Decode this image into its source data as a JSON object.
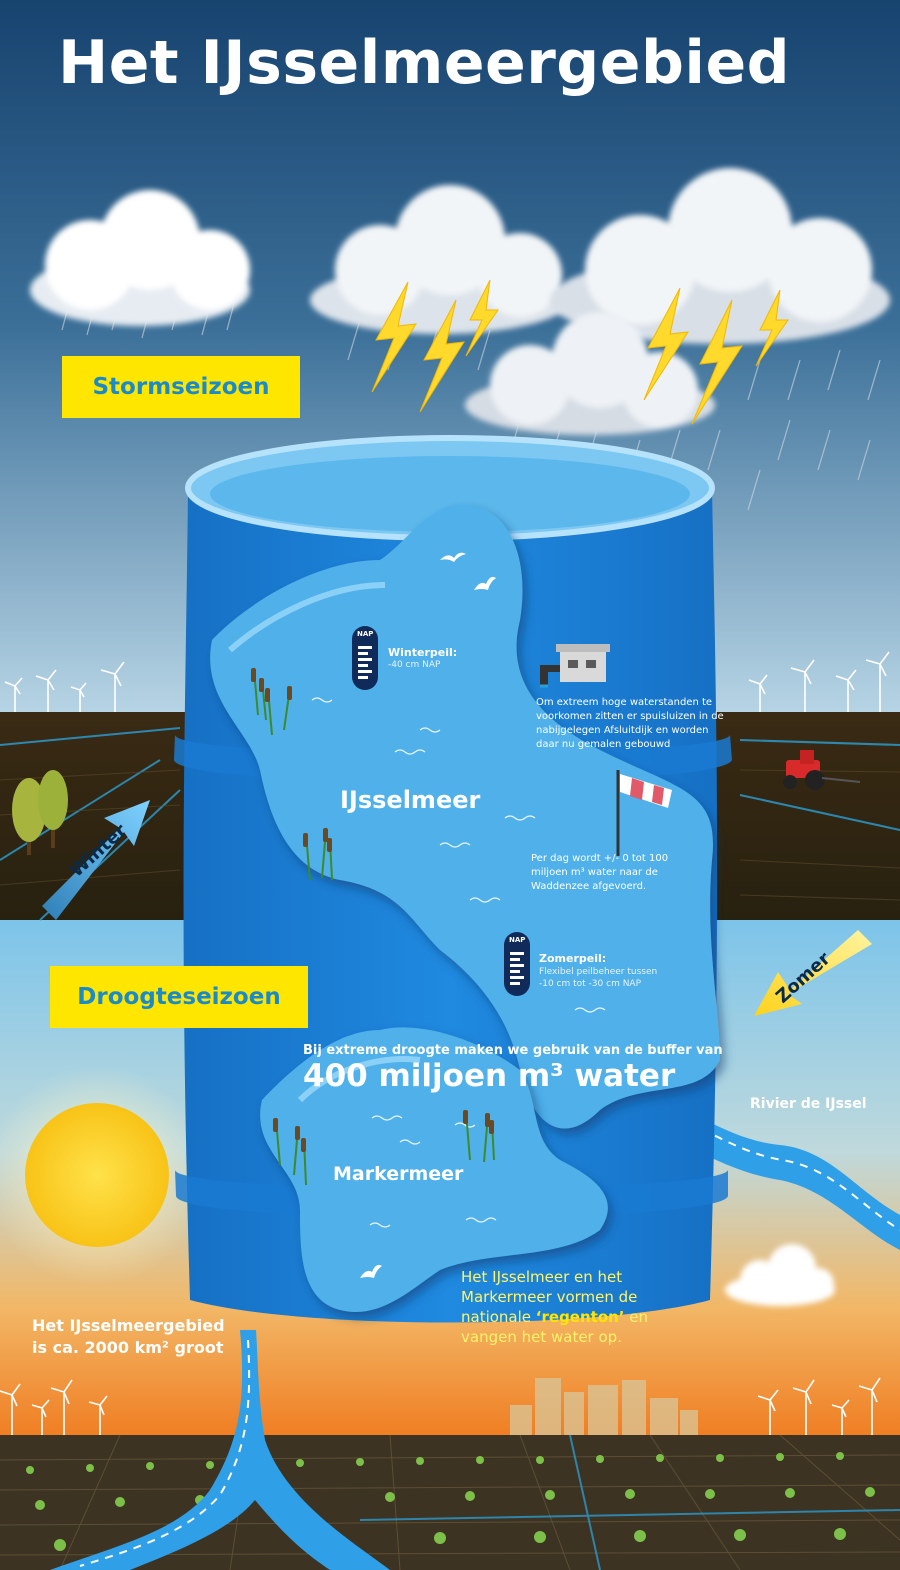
{
  "title": "Het IJsselmeergebied",
  "seasons": {
    "storm": "Stormseizoen",
    "drought": "Droogteseizoen",
    "winter_arrow": "Winter",
    "summer_arrow": "Zomer"
  },
  "lakes": {
    "ijsselmeer": "IJsselmeer",
    "markermeer": "Markermeer"
  },
  "gauges": {
    "nap_label": "NAP",
    "winter_title": "Winterpeil:",
    "winter_value": "-40 cm NAP",
    "summer_title": "Zomerpeil:",
    "summer_value": "Flexibel peilbeheer tussen -10 cm tot -30 cm NAP"
  },
  "info": {
    "sluices": "Om extreem hoge waterstanden te voorkomen zitten er spuisluizen in de nabijgelegen Afsluitdijk en worden daar nu gemalen gebouwd",
    "discharge": "Per dag wordt +/- 0 tot 100 miljoen m³ water naar de Waddenzee afgevoerd.",
    "buffer_intro": "Bij extreme droogte maken we gebruik van de buffer van",
    "buffer_amount": "400 miljoen m³ water",
    "river": "Rivier de IJssel",
    "regenton_before": "Het IJsselmeer en het Markermeer vormen de nationale ",
    "regenton_highlight": "‘regenton’",
    "regenton_after": " en vangen het water op.",
    "area": "Het IJsselmeergebied is ca. 2000 km² groot"
  },
  "colors": {
    "barrel_blue": "#1a7fd6",
    "lake_light": "#58b8ec",
    "label_yellow": "#ffe600",
    "label_text": "#1a8bc8",
    "storm_sky": "#1e4c7e",
    "sunset_orange": "#f28a2c"
  }
}
